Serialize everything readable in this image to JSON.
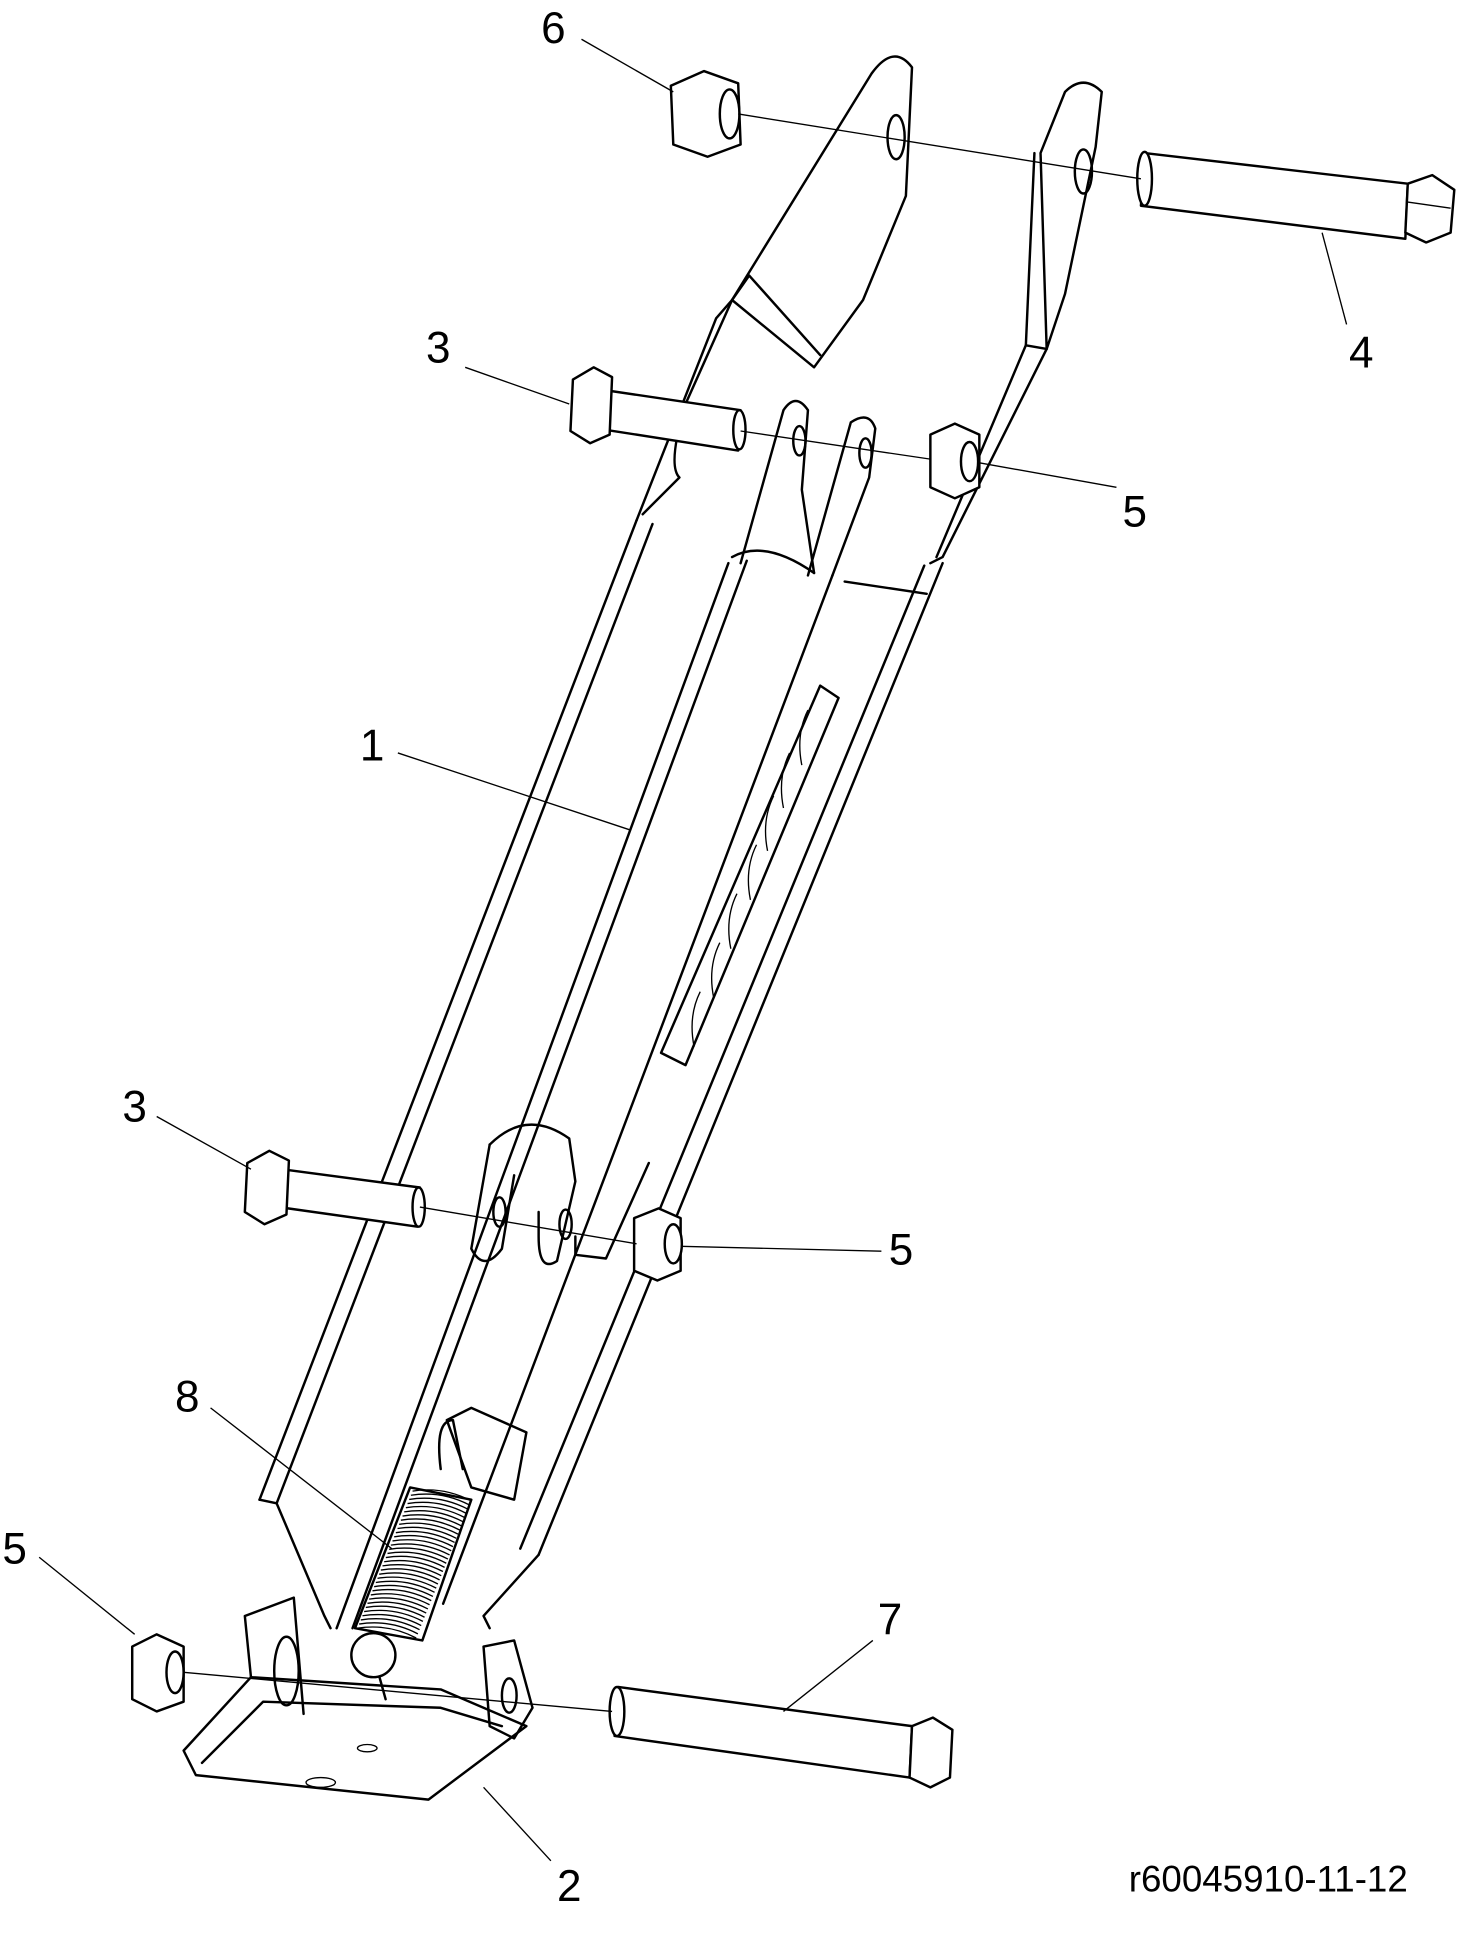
{
  "diagram": {
    "reference_code": "r60045910-11-12",
    "callouts": [
      {
        "number": "6"
      },
      {
        "number": "3"
      },
      {
        "number": "4"
      },
      {
        "number": "5"
      },
      {
        "number": "1"
      },
      {
        "number": "3"
      },
      {
        "number": "5"
      },
      {
        "number": "8"
      },
      {
        "number": "5"
      },
      {
        "number": "7"
      },
      {
        "number": "2"
      }
    ]
  }
}
